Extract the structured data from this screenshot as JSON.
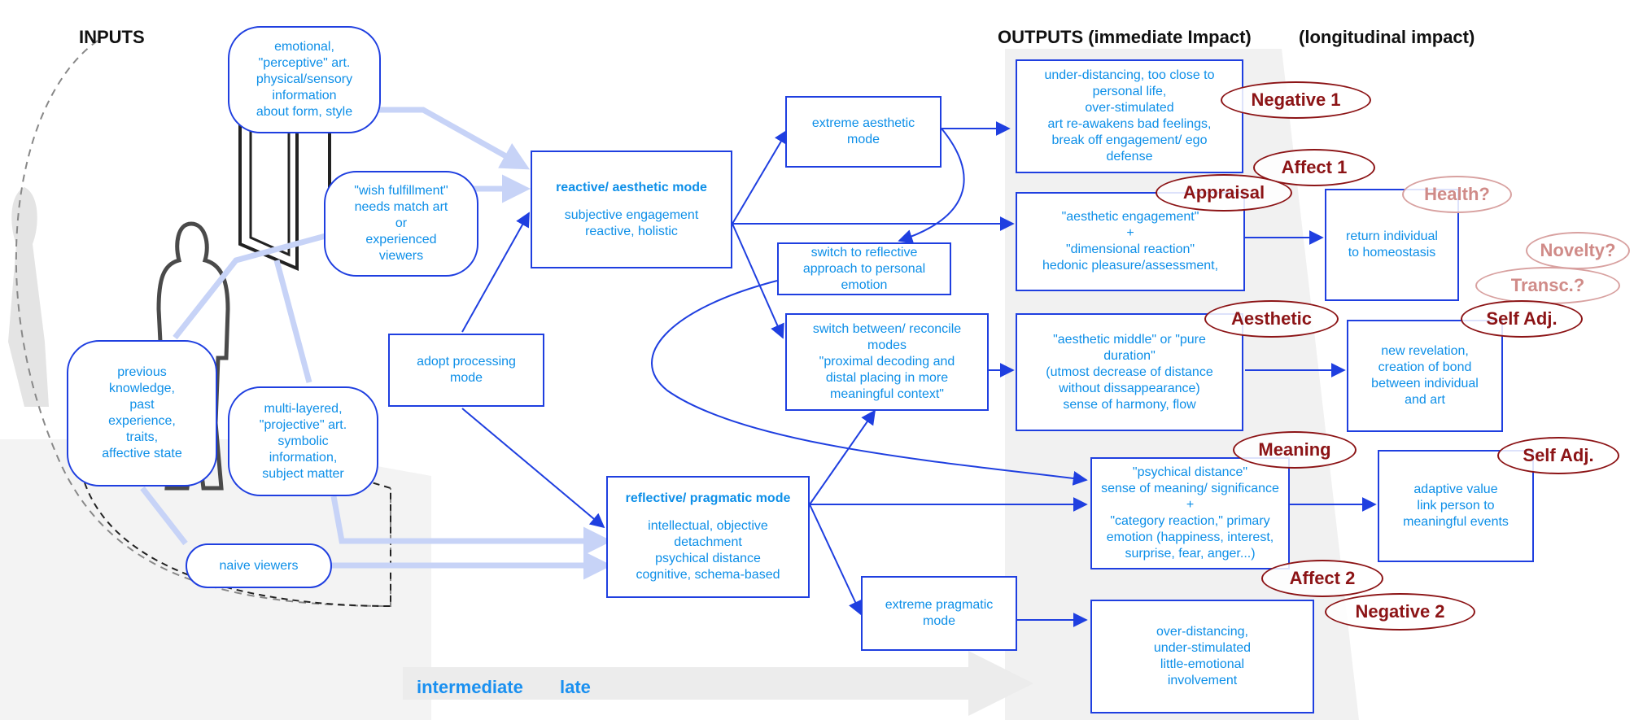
{
  "headings": {
    "inputs": "INPUTS",
    "outputs": "OUTPUTS (immediate Impact)",
    "longitudinal": "(longitudinal impact)"
  },
  "inputs": {
    "perceptive": [
      "emotional,",
      "\"perceptive\" art.",
      "physical/sensory",
      "information",
      "about form, style"
    ],
    "wish": [
      "\"wish fulfillment\"",
      "needs match art",
      "or",
      "experienced",
      "viewers"
    ],
    "previous": [
      "previous",
      "knowledge,",
      "past",
      "experience,",
      "traits,",
      "affective state"
    ],
    "projective": [
      "multi-layered,",
      "\"projective\" art.",
      "symbolic",
      "information,",
      "subject matter"
    ],
    "naive": [
      "naive viewers"
    ]
  },
  "process": {
    "adopt": [
      "adopt processing",
      "mode"
    ],
    "reactive_title": "reactive/ aesthetic mode",
    "reactive_body": [
      "subjective engagement",
      "reactive, holistic"
    ],
    "reflective_title": "reflective/ pragmatic mode",
    "reflective_body": [
      "intellectual, objective",
      "detachment",
      "psychical distance",
      "cognitive, schema-based"
    ],
    "extreme_aesthetic": [
      "extreme aesthetic",
      "mode"
    ],
    "switch_reflective": [
      "switch to reflective",
      "approach to personal",
      "emotion"
    ],
    "switch_between": [
      "switch between/ reconcile",
      "modes",
      "\"proximal decoding and",
      "distal placing in more",
      "meaningful context\""
    ],
    "extreme_pragmatic": [
      "extreme pragmatic",
      "mode"
    ]
  },
  "outputs": {
    "under_distancing": [
      "under-distancing, too close to",
      "personal life,",
      "over-stimulated",
      "art re-awakens bad feelings,",
      "break off engagement/ ego",
      "defense"
    ],
    "aesthetic_engagement": [
      "\"aesthetic engagement\"",
      "+",
      "\"dimensional reaction\"",
      "hedonic pleasure/assessment,"
    ],
    "aesthetic_middle": [
      "\"aesthetic middle\" or \"pure",
      "duration\"",
      "(utmost decrease of distance",
      "without dissappearance)",
      "sense of harmony, flow"
    ],
    "psychical_distance": [
      "\"psychical distance\"",
      "sense of meaning/ significance",
      "+",
      "\"category reaction,\" primary",
      "emotion (happiness, interest,",
      "surprise, fear, anger...)"
    ],
    "over_distancing": [
      "over-distancing,",
      "under-stimulated",
      "little-emotional",
      "involvement"
    ]
  },
  "longitudinal": {
    "homeostasis": [
      "return individual",
      "to homeostasis"
    ],
    "revelation": [
      "new revelation,",
      "creation of bond",
      "between individual",
      "and art"
    ],
    "adaptive": [
      "adaptive value",
      "link person to",
      "meaningful events"
    ]
  },
  "tags": {
    "negative1": "Negative 1",
    "affect1": "Affect 1",
    "appraisal": "Appraisal",
    "health": "Health?",
    "novelty": "Novelty?",
    "transc": "Transc.?",
    "aesthetic": "Aesthetic",
    "selfadj1": "Self Adj.",
    "meaning": "Meaning",
    "selfadj2": "Self Adj.",
    "affect2": "Affect 2",
    "negative2": "Negative 2"
  },
  "timeline": {
    "intermediate": "intermediate",
    "late": "late"
  },
  "colors": {
    "arrow": "#1f3fe0",
    "box_text": "#0d8fe8",
    "tag": "#8c1416",
    "tag_faded": "#d08b88",
    "input_arrow": "#c7d3f7"
  }
}
